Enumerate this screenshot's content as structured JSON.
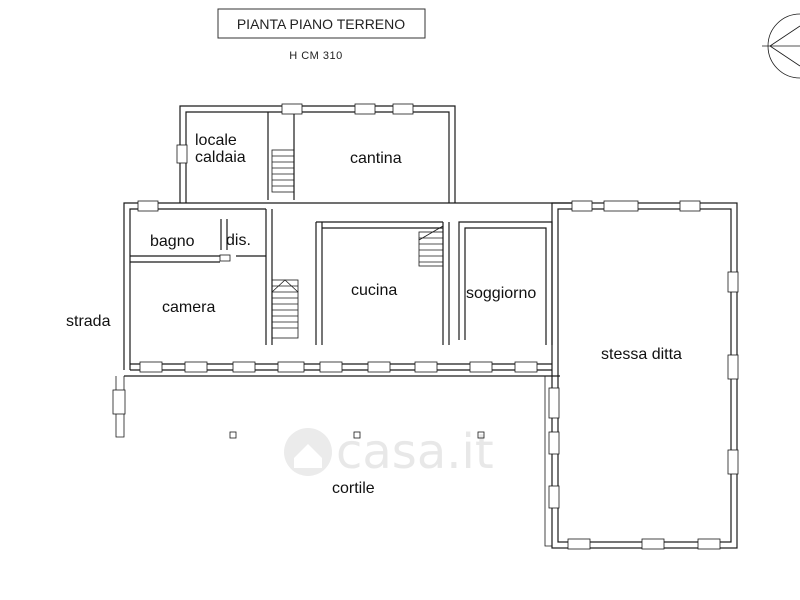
{
  "header": {
    "title": "PIANTA PIANO TERRENO",
    "height_note": "H CM 310"
  },
  "rooms": {
    "locale_line1": "locale",
    "locale_line2": "caldaia",
    "cantina": "cantina",
    "bagno": "bagno",
    "dis": "dis.",
    "camera": "camera",
    "cucina": "cucina",
    "soggiorno": "soggiorno",
    "stessa_ditta": "stessa ditta",
    "cortile": "cortile",
    "strada": "strada"
  },
  "watermark": {
    "brand": "casa.it"
  },
  "icons": {
    "north": "compass-icon",
    "watermark_logo": "house-icon"
  }
}
